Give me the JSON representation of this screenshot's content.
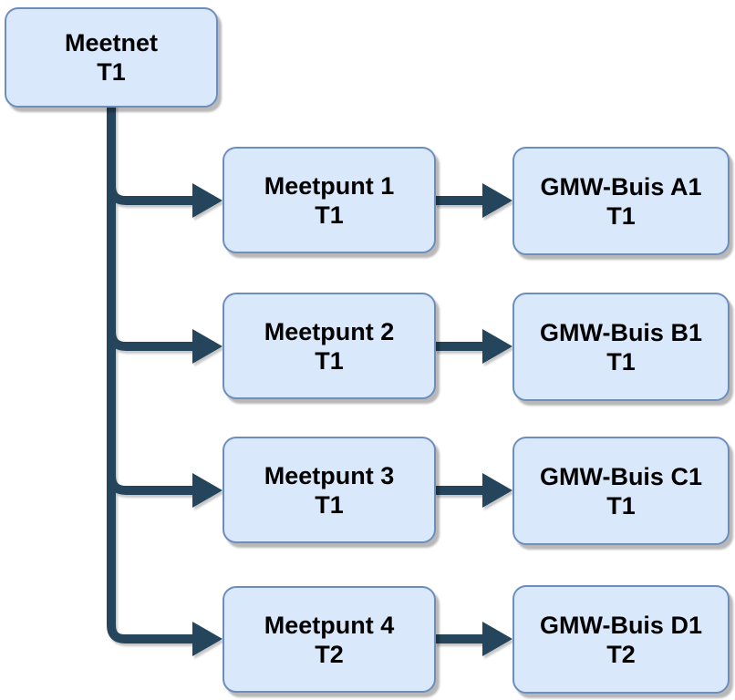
{
  "colors": {
    "node_fill": "#dae8fc",
    "node_border": "#6c8ebf",
    "connector": "#24455c",
    "text": "#000000",
    "background": "#ffffff"
  },
  "diagram": {
    "type": "tree",
    "root": {
      "title": "Meetnet",
      "sub": "T1"
    },
    "rows": [
      {
        "meetpunt": {
          "title": "Meetpunt 1",
          "sub": "T1"
        },
        "gmw": {
          "title": "GMW-Buis A1",
          "sub": "T1"
        }
      },
      {
        "meetpunt": {
          "title": "Meetpunt 2",
          "sub": "T1"
        },
        "gmw": {
          "title": "GMW-Buis B1",
          "sub": "T1"
        }
      },
      {
        "meetpunt": {
          "title": "Meetpunt 3",
          "sub": "T1"
        },
        "gmw": {
          "title": "GMW-Buis C1",
          "sub": "T1"
        }
      },
      {
        "meetpunt": {
          "title": "Meetpunt 4",
          "sub": "T2"
        },
        "gmw": {
          "title": "GMW-Buis D1",
          "sub": "T2"
        }
      }
    ]
  }
}
